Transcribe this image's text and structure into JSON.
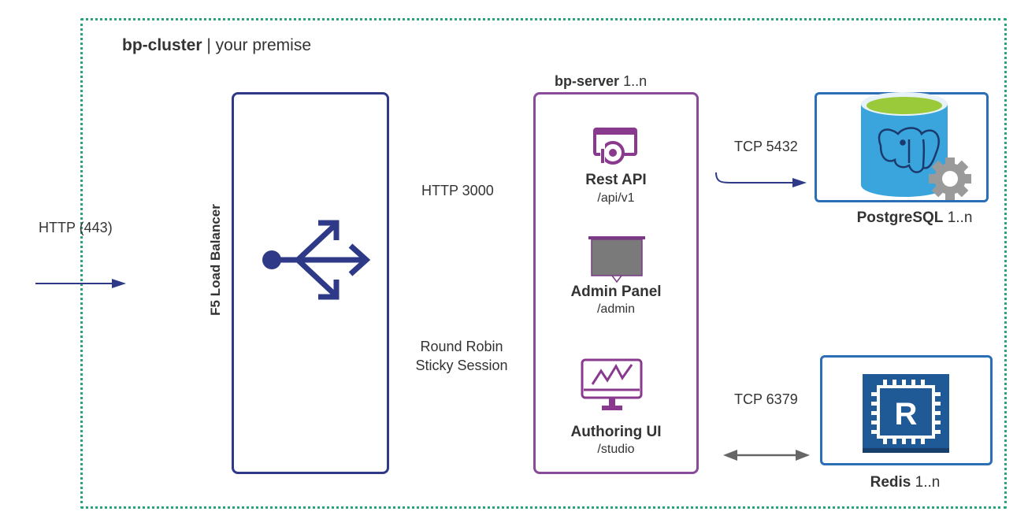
{
  "cluster": {
    "name": "bp-cluster",
    "separator": " | ",
    "subtitle": "your premise"
  },
  "load_balancer": {
    "label": "F5 Load Balancer"
  },
  "server": {
    "name": "bp-server",
    "count": "1..n",
    "services": [
      {
        "name": "Rest API",
        "path": "/api/v1",
        "icon": "rest-api-icon"
      },
      {
        "name": "Admin Panel",
        "path": "/admin",
        "icon": "admin-panel-icon"
      },
      {
        "name": "Authoring UI",
        "path": "/studio",
        "icon": "authoring-ui-icon"
      }
    ]
  },
  "connections": {
    "ingress": "HTTP (443)",
    "lb_to_server": "HTTP 3000",
    "lb_mode_line1": "Round Robin",
    "lb_mode_line2": "Sticky Session",
    "to_postgres": "TCP 5432",
    "to_redis": "TCP 6379"
  },
  "postgres": {
    "name": "PostgreSQL",
    "count": "1..n"
  },
  "redis": {
    "name": "Redis",
    "count": "1..n",
    "logo_letter": "R"
  },
  "colors": {
    "cluster_border": "#2aa37a",
    "lb_border": "#2e3a87",
    "server_border": "#8a4a9a",
    "db_border": "#2a6fb6",
    "arrow": "#2e3a87",
    "redis_arrow": "#666666"
  }
}
